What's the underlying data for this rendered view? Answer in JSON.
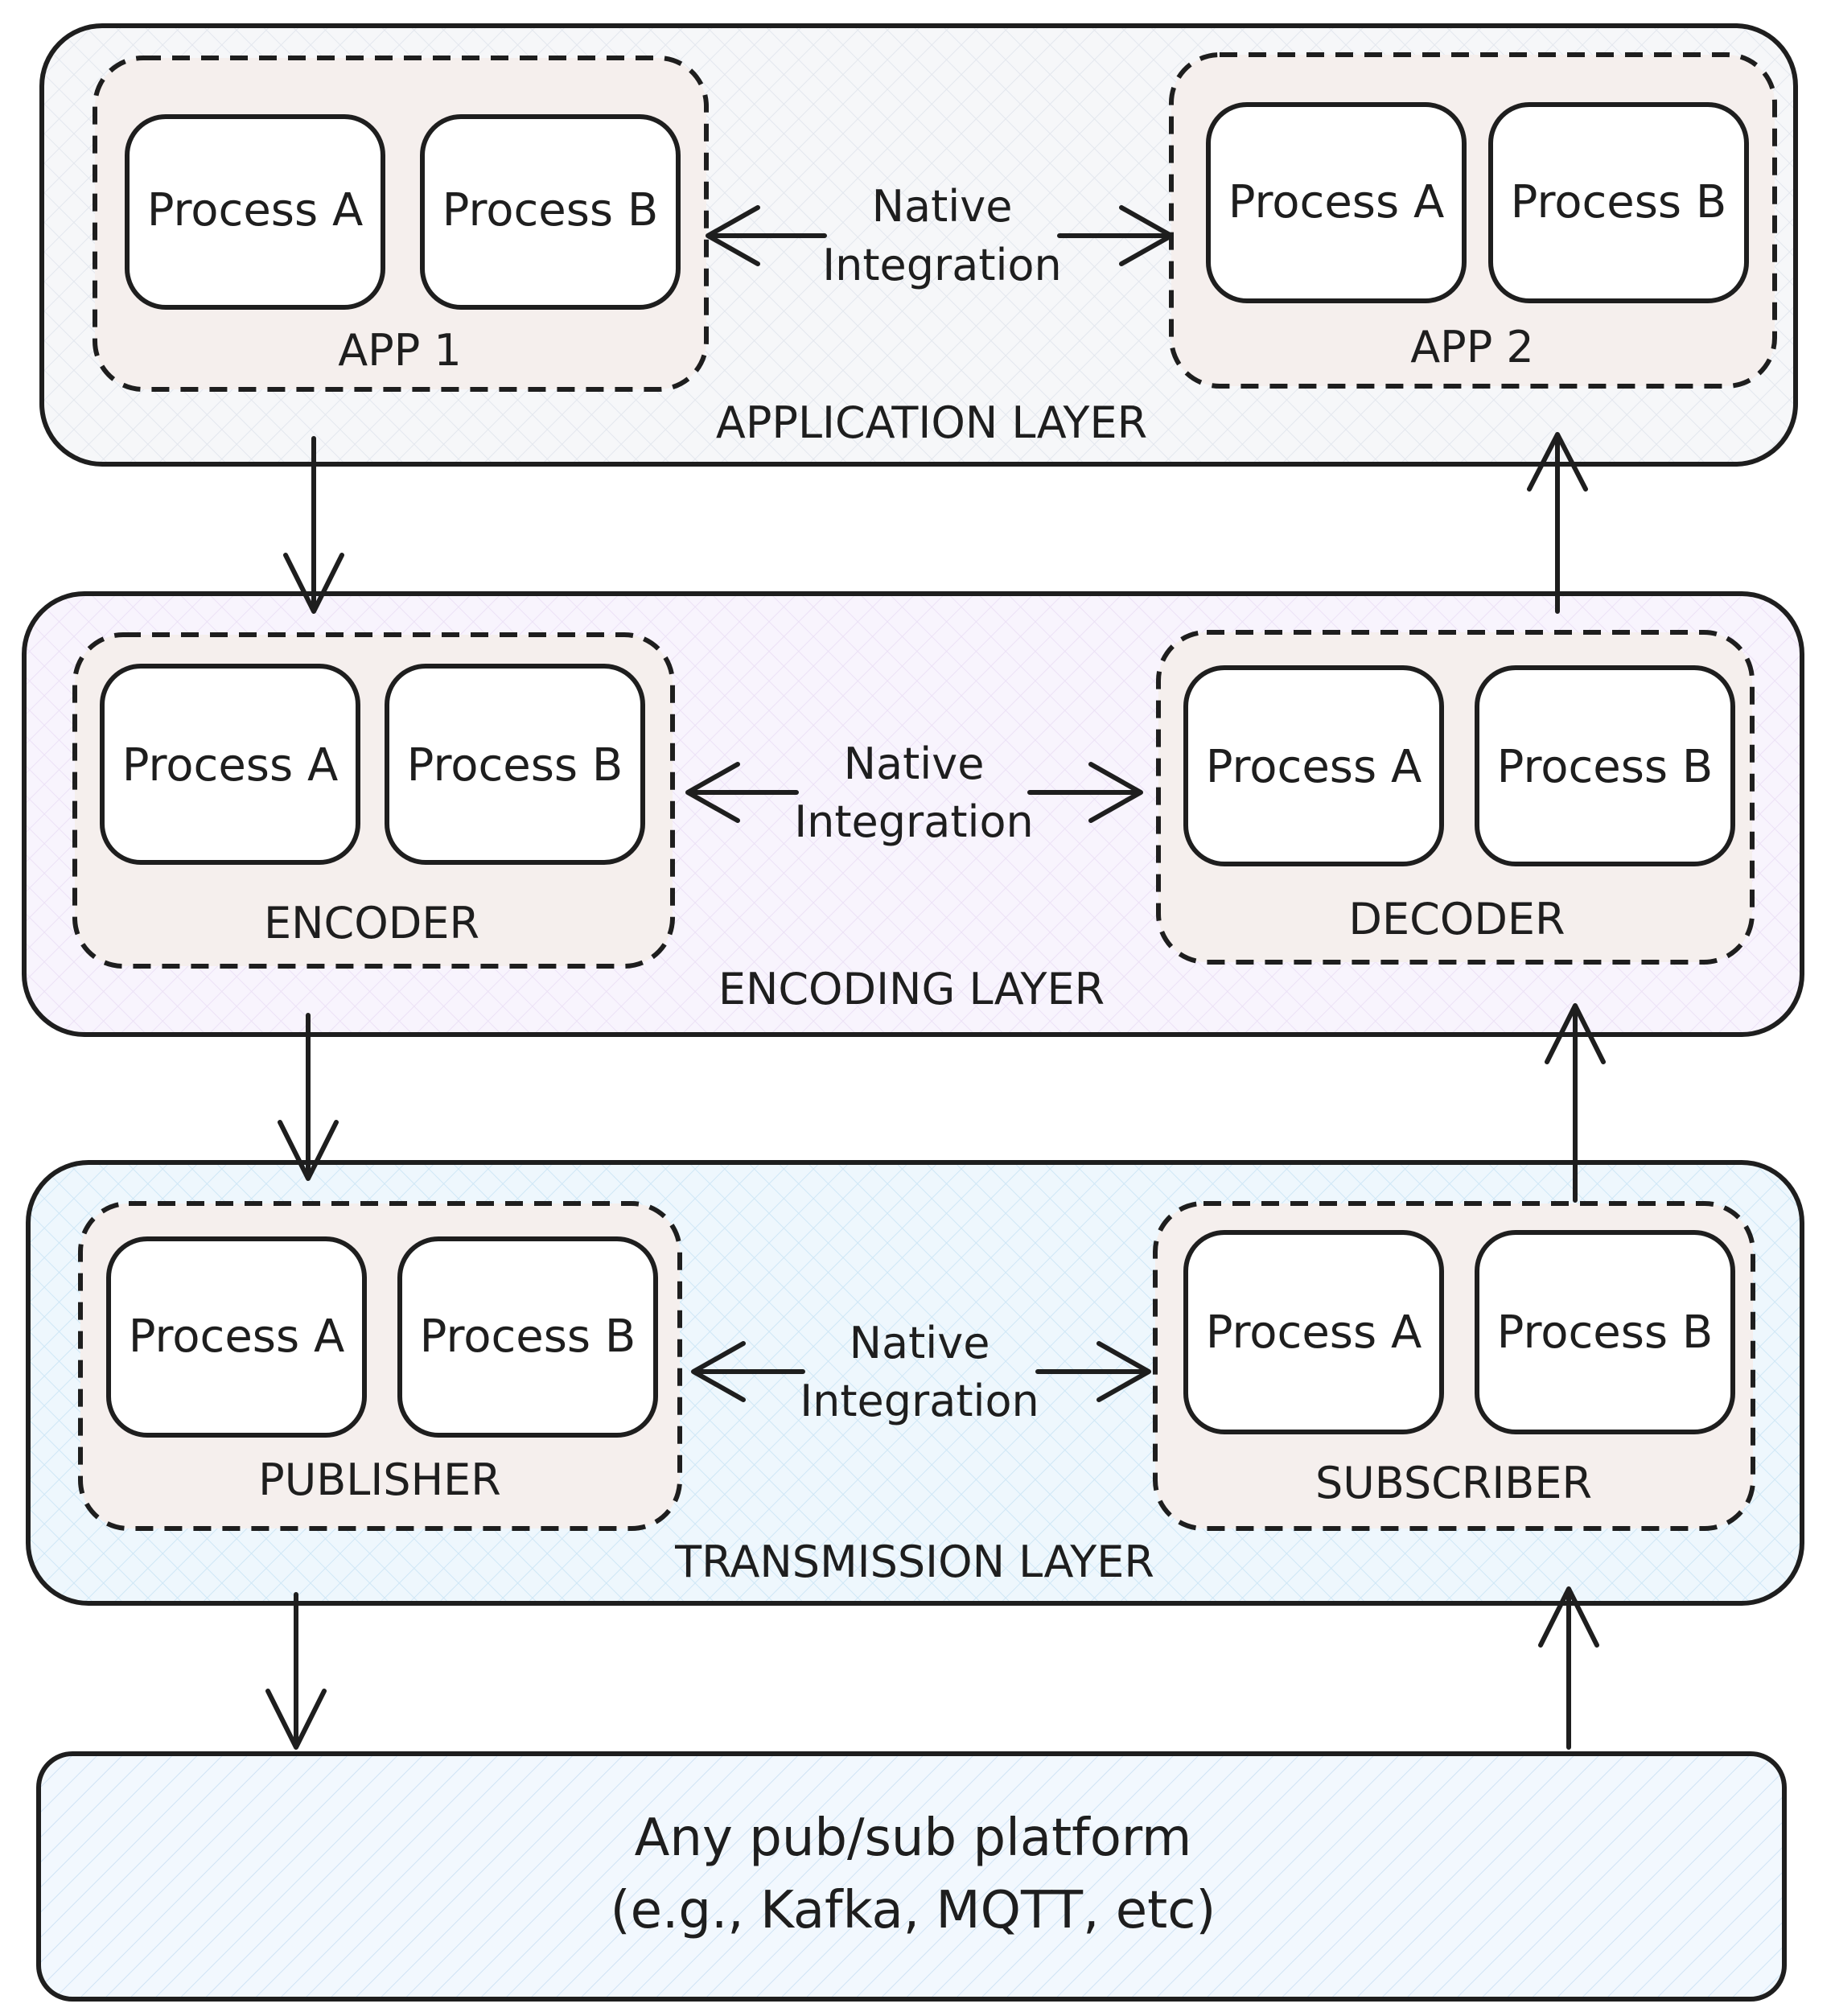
{
  "colors": {
    "stroke": "#1e1e1e",
    "group_fill": "#f5efed",
    "process_fill": "#ffffff",
    "application_layer_fill": "#f6f7f9",
    "encoding_layer_fill": "#f8f4fd",
    "transmission_layer_fill": "#eef7fd",
    "platform_fill": "#f2f8fe"
  },
  "layers": {
    "application": {
      "label": "APPLICATION LAYER",
      "left": {
        "label": "APP 1",
        "process_a": "Process A",
        "process_b": "Process B"
      },
      "right": {
        "label": "APP 2",
        "process_a": "Process A",
        "process_b": "Process B"
      },
      "integration": [
        "Native",
        "Integration"
      ]
    },
    "encoding": {
      "label": "ENCODING LAYER",
      "left": {
        "label": "ENCODER",
        "process_a": "Process A",
        "process_b": "Process B"
      },
      "right": {
        "label": "DECODER",
        "process_a": "Process A",
        "process_b": "Process B"
      },
      "integration": [
        "Native",
        "Integration"
      ]
    },
    "transmission": {
      "label": "TRANSMISSION LAYER",
      "left": {
        "label": "PUBLISHER",
        "process_a": "Process A",
        "process_b": "Process B"
      },
      "right": {
        "label": "SUBSCRIBER",
        "process_a": "Process A",
        "process_b": "Process B"
      },
      "integration": [
        "Native",
        "Integration"
      ]
    }
  },
  "platform": {
    "line1": "Any pub/sub platform",
    "line2": "(e.g., Kafka, MQTT, etc)"
  }
}
